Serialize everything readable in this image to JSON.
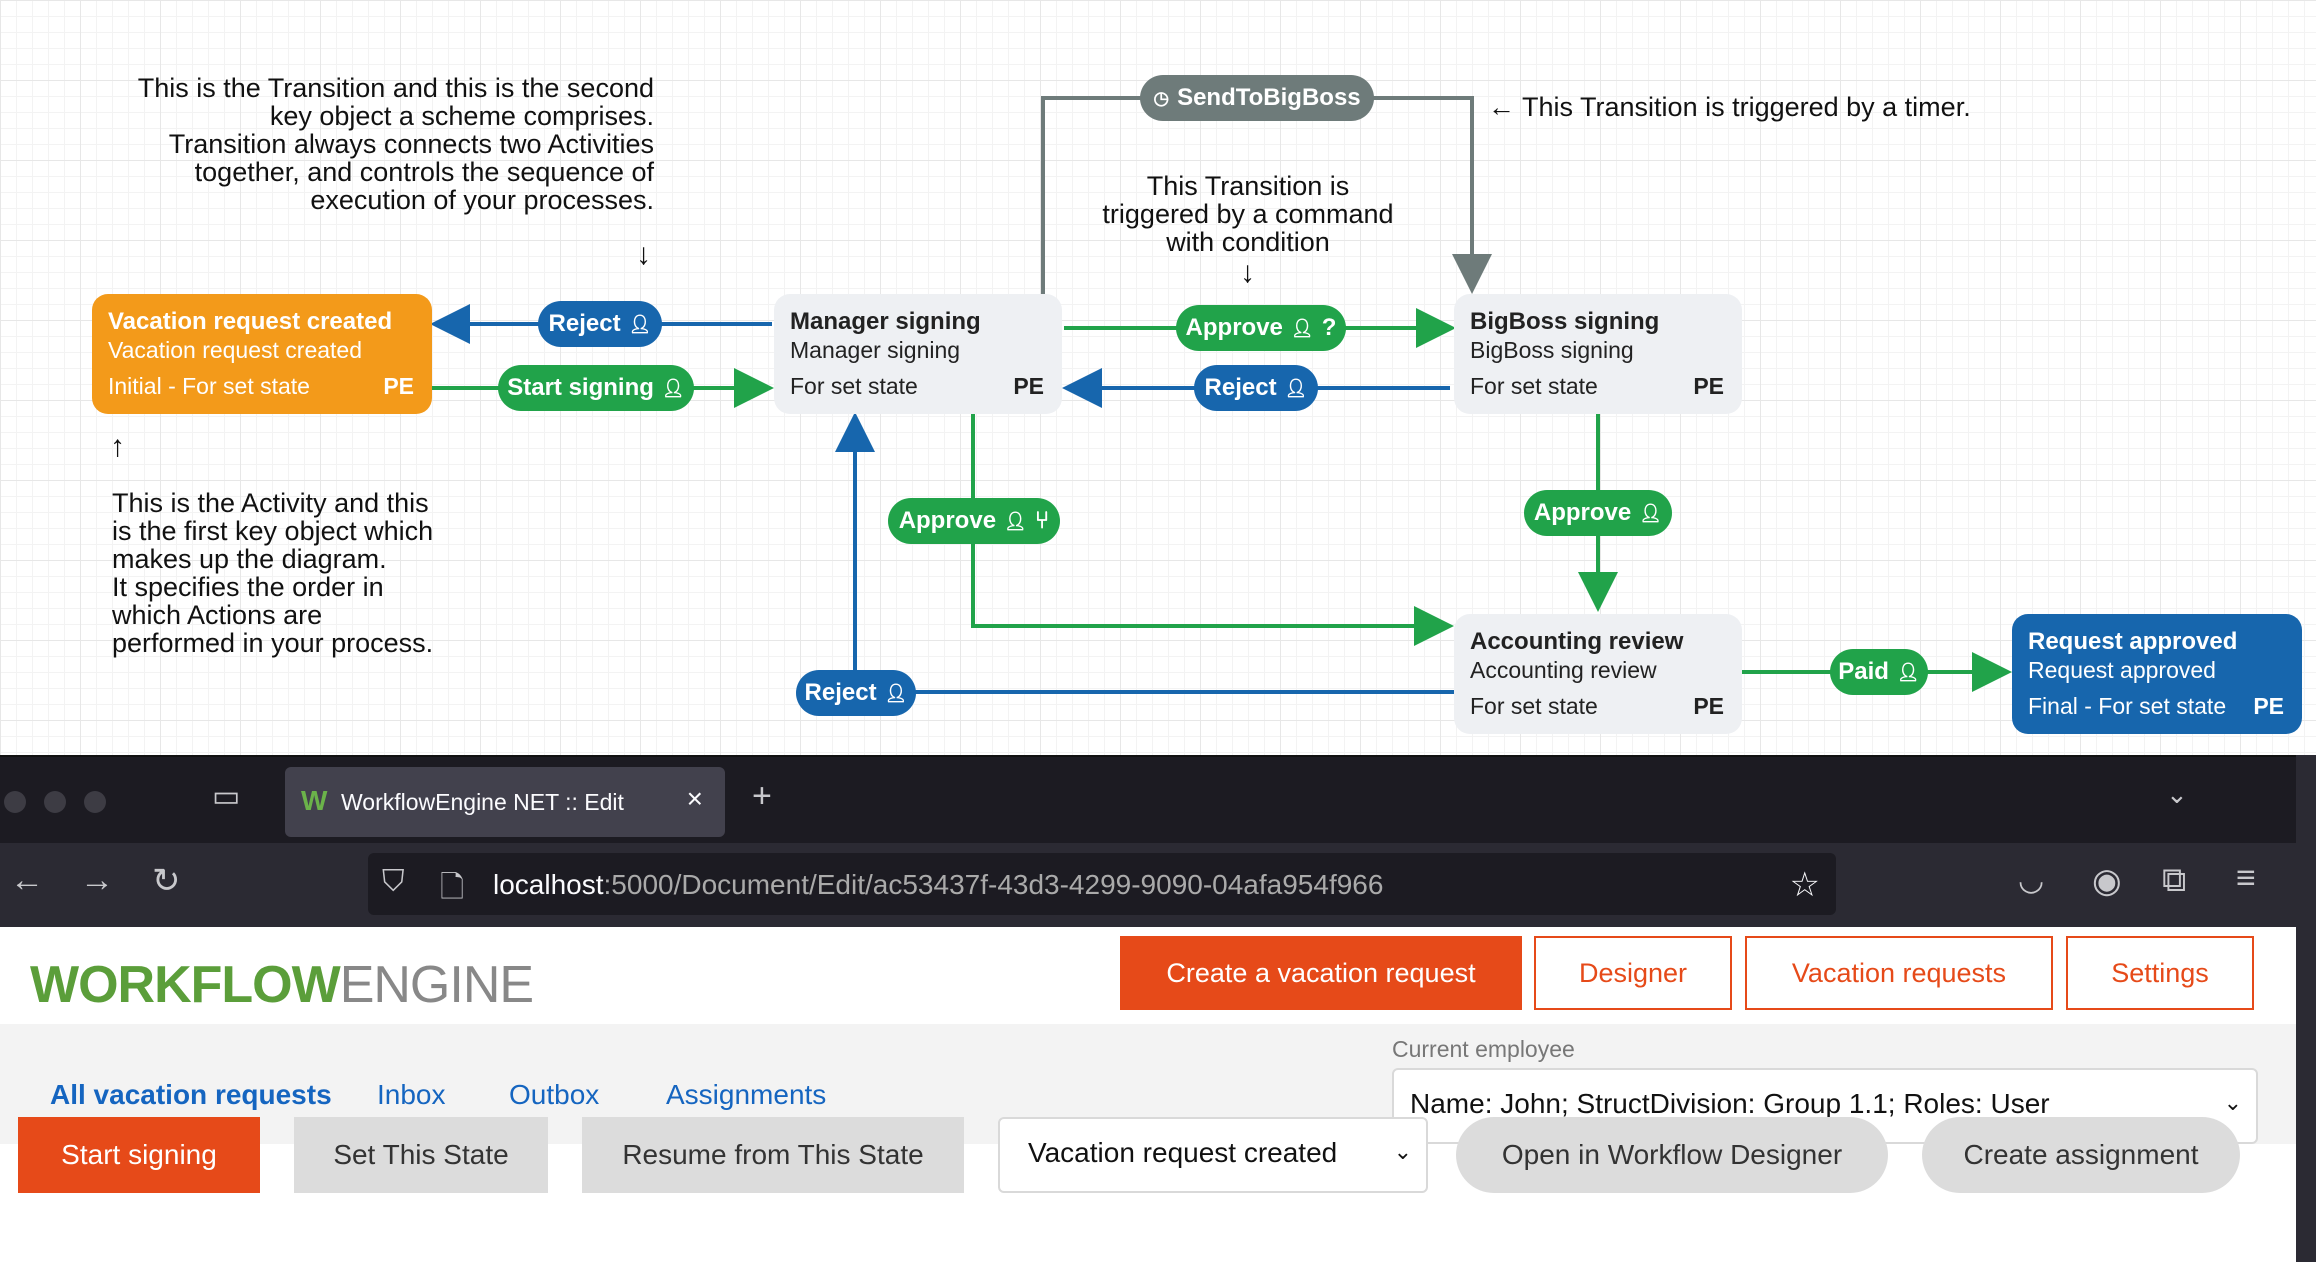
{
  "diagram": {
    "notes": {
      "transition": [
        "This is the Transition and this is the second",
        "key object a scheme comprises.",
        "Transition always connects two Activities",
        "together, and controls the sequence of",
        "execution of your processes."
      ],
      "timer": "This Transition is triggered by a timer.",
      "command": [
        "This Transition is",
        "triggered by a command",
        "with condition"
      ],
      "activity": [
        "This is the Activity and this",
        "is the first key object which",
        "makes up the diagram.",
        "It specifies the order in",
        "which Actions are",
        "performed in your process."
      ]
    },
    "activities": [
      {
        "name": "Vacation request created",
        "state": "Vacation request created",
        "footer": "Initial - For set state",
        "badge": "PE"
      },
      {
        "name": "Manager signing",
        "state": "Manager signing",
        "footer": "For set state",
        "badge": "PE"
      },
      {
        "name": "BigBoss signing",
        "state": "BigBoss signing",
        "footer": "For set state",
        "badge": "PE"
      },
      {
        "name": "Accounting review",
        "state": "Accounting review",
        "footer": "For set state",
        "badge": "PE"
      },
      {
        "name": "Request approved",
        "state": "Request approved",
        "footer": "Final - For set state",
        "badge": "PE"
      }
    ],
    "transitions": {
      "send_to_bigboss": "SendToBigBoss",
      "reject": "Reject",
      "start_signing": "Start signing",
      "approve": "Approve",
      "paid": "Paid"
    }
  },
  "browser": {
    "tab_title": "WorkflowEngine NET :: Edit",
    "url_host": "localhost",
    "url_path": ":5000/Document/Edit/ac53437f-43d3-4299-9090-04afa954f966"
  },
  "app": {
    "brand_bold": "WORKFLOW",
    "brand_light": "ENGINE",
    "top_buttons": [
      "Create a vacation request",
      "Designer",
      "Vacation requests",
      "Settings"
    ],
    "nav": [
      "All vacation requests",
      "Inbox",
      "Outbox",
      "Assignments"
    ],
    "current_employee_label": "Current employee",
    "current_employee_value": "Name: John; StructDivision: Group 1.1; Roles: User",
    "actions": {
      "start_signing": "Start signing",
      "set_state": "Set This State",
      "resume": "Resume from This State",
      "state_select": "Vacation request created",
      "open_designer": "Open in Workflow Designer",
      "create_assignment": "Create assignment"
    }
  },
  "colors": {
    "green": "#21a34a",
    "blue": "#1766ad",
    "orange": "#f39a1a",
    "accent": "#e64a19"
  }
}
